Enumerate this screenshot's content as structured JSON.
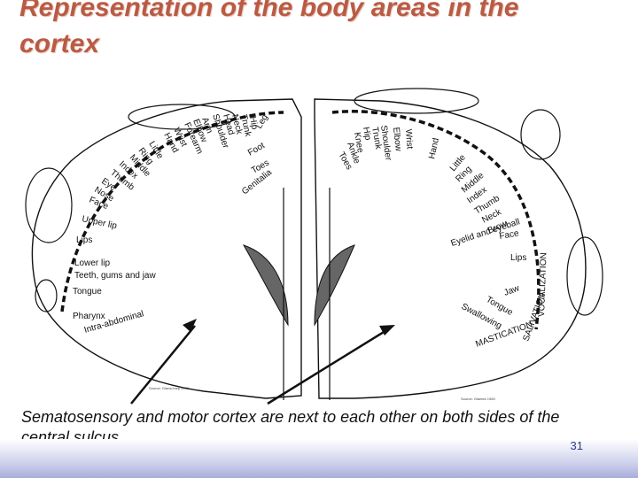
{
  "title": "Representation of the body areas in the cortex",
  "caption": "Sematosensory and motor cortex are next to each other on both sides of the central sulcus",
  "page_number": "31",
  "diagram": {
    "left_labels": [
      "Hip",
      "Trunk",
      "Neck",
      "Head",
      "Shoulder",
      "Arm",
      "Elbow",
      "Forearm",
      "Wrist",
      "Hand",
      "Little",
      "Ring",
      "Middle",
      "Index",
      "Thumb",
      "Eye",
      "Nose",
      "Face",
      "Upper lip",
      "Lips",
      "Lower lip",
      "Teeth, gums and jaw",
      "Tongue",
      "Pharynx",
      "Intra-abdominal",
      "Leg",
      "Foot",
      "Toes",
      "Genitalia"
    ],
    "right_labels": [
      "Knee",
      "Hip",
      "Trunk",
      "Shoulder",
      "Elbow",
      "Wrist",
      "Hand",
      "Ankle",
      "Toes",
      "Little",
      "Ring",
      "Middle",
      "Index",
      "Thumb",
      "Neck",
      "Brow",
      "Eyelid and eyeball",
      "Face",
      "Lips",
      "Jaw",
      "Tongue",
      "Swallowing",
      "MASTICATION",
      "SALIVATION",
      "VOCALIZATION"
    ],
    "source_left": "Source: Glans/Jnep 2001",
    "source_right": "Source: Glantes 1965"
  },
  "colors": {
    "title": "#b95b44",
    "footer": "#a8addb",
    "page_number": "#2b3a8c"
  }
}
